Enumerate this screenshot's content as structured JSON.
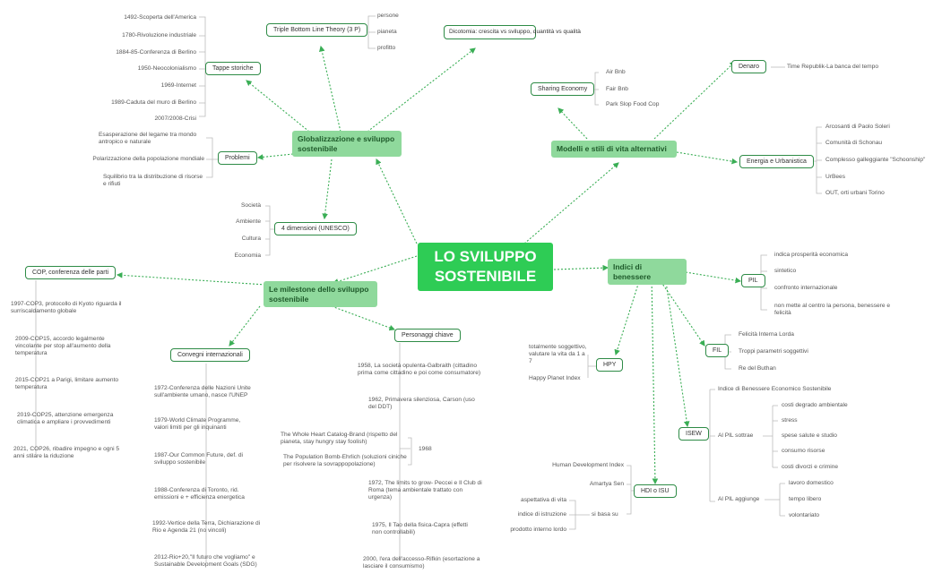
{
  "root": "LO SVILUPPO SOSTENIBILE",
  "globalizzazione": {
    "title": "Globalizzazione e sviluppo sostenibile",
    "tappe": {
      "label": "Tappe storiche",
      "items": [
        "1492-Scoperta dell'America",
        "1780-Rivoluzione industriale",
        "1884-85-Conferenza di Berlino",
        "1950-Neocolonialismo",
        "1969-Internet",
        "1989-Caduta del muro di Berlino",
        "2007/2008-Crisi"
      ]
    },
    "triple": {
      "label": "Triple Bottom Line Theory (3 P)",
      "items": [
        "persone",
        "pianeta",
        "profitto"
      ]
    },
    "dicotomia": "Dicotomia: crescita vs sviluppo, quantità vs qualità",
    "problemi": {
      "label": "Problemi",
      "items": [
        "Esasperazione del legame tra mondo antropico e naturale",
        "Polarizzazione della popolazione mondiale",
        "Squilibrio tra la distribuzione di risorse e rifiuti"
      ]
    },
    "dimensioni": {
      "label": "4 dimensioni (UNESCO)",
      "items": [
        "Società",
        "Ambiente",
        "Cultura",
        "Economia"
      ]
    }
  },
  "modelli": {
    "title": "Modelli e stili di vita alternativi",
    "sharing": {
      "label": "Sharing Economy",
      "items": [
        "Air Bnb",
        "Fair Bnb",
        "Park Slop Food Cop"
      ]
    },
    "denaro": {
      "label": "Denaro",
      "item": "Time Republik-La banca del tempo"
    },
    "energia": {
      "label": "Energia e Urbanistica",
      "items": [
        "Arcosanti di Paolo Soleri",
        "Comunità di Schonau",
        "Complesso galleggiante \"Schoonship\"",
        "UrBees",
        "OUT, orti urbani Torino"
      ]
    }
  },
  "milestone": {
    "title": "Le milestone dello sviluppo sostenibile",
    "cop": {
      "label": "COP, conferenza delle parti",
      "items": [
        "1997-COP3, protocollo di Kyoto riguarda il surriscaldamento globale",
        "2009-COP15, accordo legalmente vincolante per stop all'aumento della temperatura",
        "2015-COP21 a Parigi, limitare aumento temperatura",
        "2019-COP25, attenzione emergenza climatica e ampliare i provvedimenti",
        "2021, COP26, ribadire impegno e ogni 5 anni stilare la riduzione"
      ]
    },
    "convegni": {
      "label": "Convegni internazionali",
      "items": [
        "1972-Conferenza delle Nazioni Unite sull'ambiente umano, nasce l'UNEP",
        "1979-World Climate Programme, valori limiti per gli inquinanti",
        "1987-Our Common Future, def. di sviluppo sostenibile",
        "1988-Conferenza di Toronto, rid. emissioni e + efficienza energetica",
        "1992-Vertice della Terra, Dichiarazione di Rio e Agenda 21 (no vincoli)",
        "2012-Rio+20,\"Il futuro che vogliamo\" e Sustainable Development Goals (SDG)"
      ]
    },
    "personaggi": {
      "label": "Personaggi chiave",
      "items": [
        "1958, La società opulenta-Galbraith (cittadino prima come cittadino e poi come consumatore)",
        "1962, Primavera silenziosa, Carson (uso del DDT)",
        "1968",
        "1972, The limits to grow- Peccei e Il Club di Roma (tema ambientale trattato con urgenza)",
        "1975, Il Tao della fisica-Capra (effetti non controllabili)",
        "2000, l'era dell'accesso-Rifkin (esortazione a lasciare il consumismo)"
      ],
      "sub1968": [
        "The Whole Heart Catalog-Brand (rispetto del pianeta, stay hungry stay foolish)",
        "The Population Bomb-Ehrlich (soluzioni ciniche per risolvere la sovrappopolazione)"
      ]
    }
  },
  "indici": {
    "title": "Indici di benessere",
    "pil": {
      "label": "PIL",
      "items": [
        "indica prosperità economica",
        "sintetico",
        "confronto internazionale",
        "non mette al centro la persona, benessere e felicità"
      ]
    },
    "fil": {
      "label": "FIL",
      "items": [
        "Felicità Interna Lorda",
        "Troppi parametri soggettivi",
        "Re del Buthan"
      ]
    },
    "hpy": {
      "label": "HPY",
      "items": [
        "totalmente soggettivo, valutare la vita da 1 a 7",
        "Happy Planet Index"
      ]
    },
    "isew": {
      "label": "ISEW",
      "full": "Indice di Benessere Economico Sostenibile",
      "sottrae": {
        "label": "Al PIL sottrae",
        "items": [
          "costi degrado ambientale",
          "stress",
          "spese salute e studio",
          "consumo risorse",
          "costi divorzi e crimine"
        ]
      },
      "aggiunge": {
        "label": "Al PIL aggiunge",
        "items": [
          "lavoro domestico",
          "tempo libero",
          "volontariato"
        ]
      }
    },
    "hdi": {
      "label": "HDI o ISU",
      "items": [
        "Human Development Index",
        "Amartya Sen"
      ],
      "basa": {
        "label": "si basa su",
        "items": [
          "aspettativa di vita",
          "indice di istruzione",
          "prodotto interno lordo"
        ]
      }
    }
  }
}
